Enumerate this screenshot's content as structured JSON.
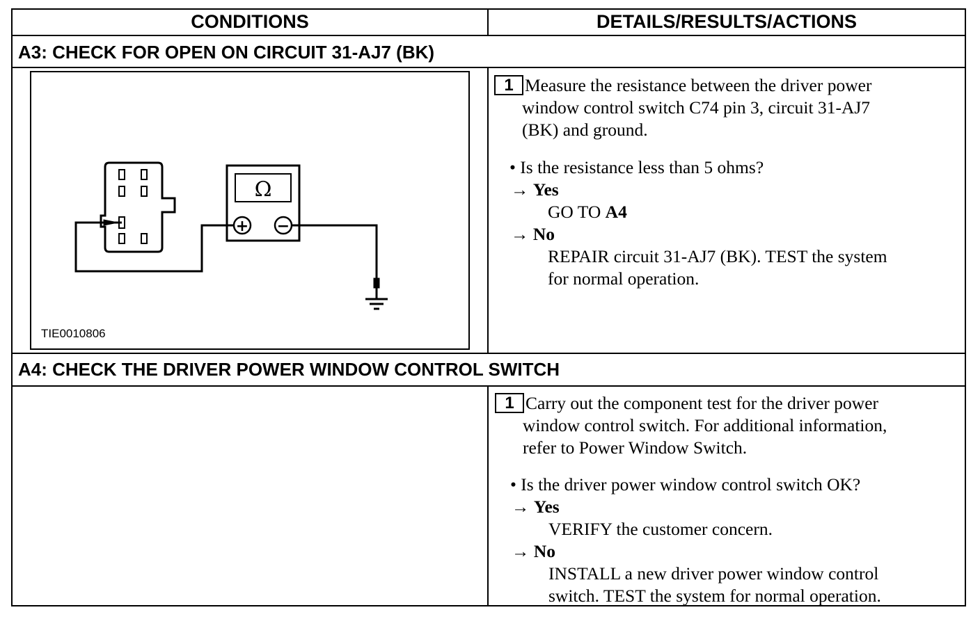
{
  "header": {
    "conditions": "CONDITIONS",
    "details": "DETAILS/RESULTS/ACTIONS"
  },
  "a3": {
    "title": "A3: CHECK FOR OPEN ON CIRCUIT 31-AJ7 (BK)",
    "figure": {
      "id": "TIE0010806",
      "meter_symbol": "Ω",
      "plus_symbol": "+",
      "minus_symbol": "−",
      "icons": [
        "connector-icon",
        "ohmmeter-icon",
        "ground-symbol-icon"
      ]
    },
    "step_number": "1",
    "step_lines": [
      "Measure the resistance between the driver power",
      "window control switch C74 pin 3, circuit 31-AJ7",
      "(BK) and ground."
    ],
    "question": "• Is the resistance less than 5 ohms?",
    "arrow": "→",
    "yes_label": "Yes",
    "yes_action_prefix": "GO TO ",
    "yes_action_ref": "A4",
    "no_label": "No",
    "no_action_lines": [
      "REPAIR circuit 31-AJ7 (BK). TEST the system",
      "for normal operation."
    ]
  },
  "a4": {
    "title": "A4: CHECK THE DRIVER POWER WINDOW CONTROL SWITCH",
    "step_number": "1",
    "step_lines": [
      "Carry out the component test for the driver power",
      "window control switch. For additional information,",
      "refer to Power Window Switch."
    ],
    "question": "• Is the driver power window control switch OK?",
    "arrow": "→",
    "yes_label": "Yes",
    "yes_action": "VERIFY the customer concern.",
    "no_label": "No",
    "no_action_lines": [
      "INSTALL a new driver power window control",
      "switch. TEST the system for normal operation."
    ]
  }
}
